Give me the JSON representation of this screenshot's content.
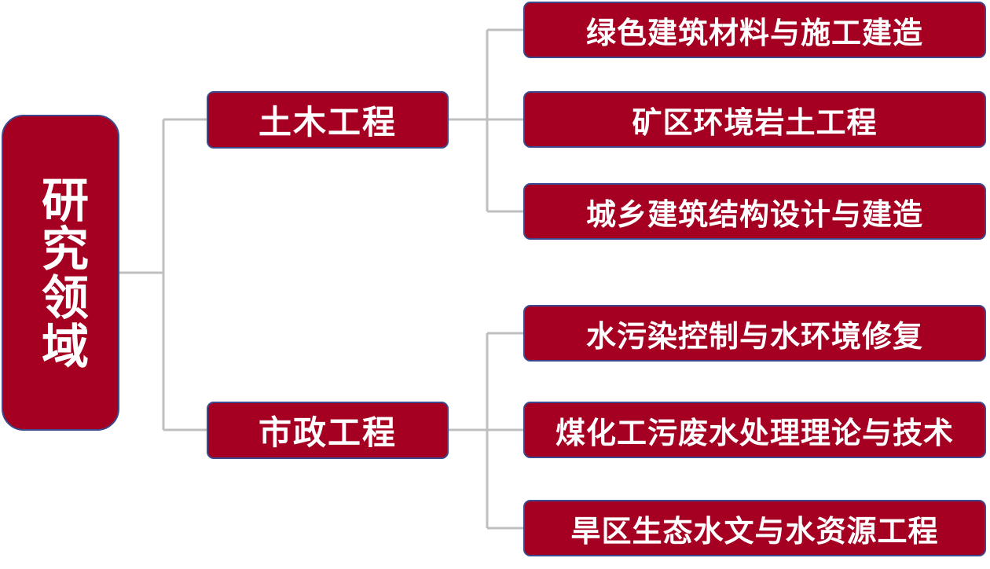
{
  "root": {
    "label": "研究领域"
  },
  "branches": [
    {
      "label": "土木工程",
      "children": [
        {
          "label": "绿色建筑材料与施工建造"
        },
        {
          "label": "矿区环境岩土工程"
        },
        {
          "label": "城乡建筑结构设计与建造"
        }
      ]
    },
    {
      "label": "市政工程",
      "children": [
        {
          "label": "水污染控制与水环境修复"
        },
        {
          "label": "煤化工污废水处理理论与技术"
        },
        {
          "label": "旱区生态水文与水资源工程"
        }
      ]
    }
  ],
  "colors": {
    "box_fill": "#a50021",
    "box_border": "#3b4a8c",
    "text": "#ffffff",
    "connector": "#bfbfbf"
  }
}
